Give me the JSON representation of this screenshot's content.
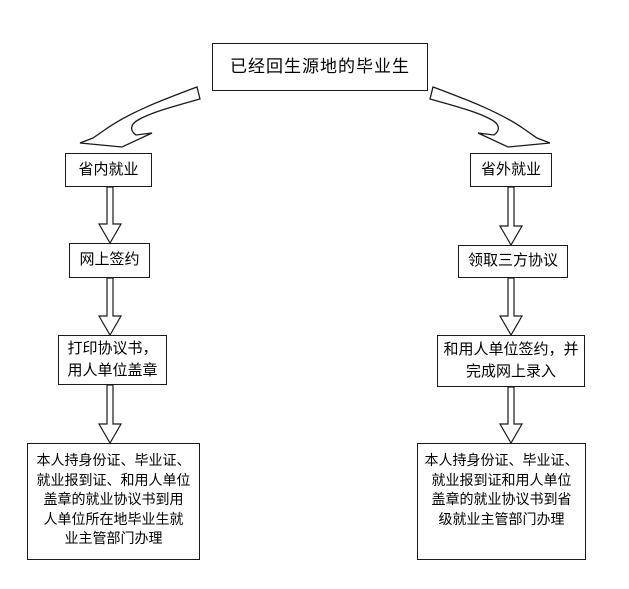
{
  "flowchart": {
    "title": "已经回生源地的毕业生",
    "left_branch": {
      "step1": "省内就业",
      "step2": "网上签约",
      "step3": "打印协议书，\n用人单位盖章",
      "step4": "本人持身份证、毕业证、\n就业报到证、和用人单位\n盖章的就业协议书到用\n人单位所在地毕业生就\n业主管部门办理"
    },
    "right_branch": {
      "step1": "省外就业",
      "step2": "领取三方协议",
      "step3": "和用人单位签约，并\n完成网上录入",
      "step4": "本人持身份证、毕业证、\n就业报到证和用人单位\n盖章的就业协议书到省\n级就业主管部门办理"
    },
    "colors": {
      "line": "#1a1a1a",
      "background": "#ffffff",
      "text": "#000000"
    }
  }
}
